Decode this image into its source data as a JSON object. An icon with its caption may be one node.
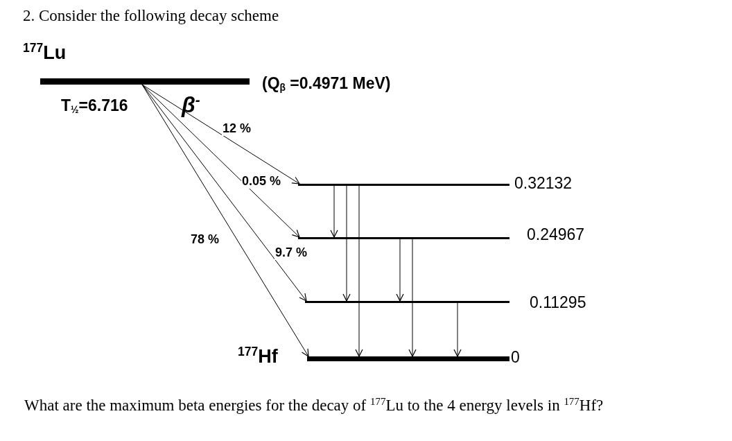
{
  "diagram": {
    "title": "2. Consider the following decay scheme",
    "nodes": [
      {
        "text": [
          "$^{177}$Lu"
        ],
        "beside": [
          "T$_{½}$=6.716",
          "(Q$_{β}$ =0.4971 MeV)"
        ]
      },
      {
        "text": [
          "0.32132"
        ]
      },
      {
        "text": [
          "0.24967"
        ]
      },
      {
        "text": [
          "0.11295"
        ]
      },
      {
        "text": [
          "0"
        ],
        "beside": [
          "$^{177}$Hf"
        ]
      }
    ],
    "edges": [
      {
        "from": 0,
        "to": 1,
        "arrow": "to",
        "label": "12 %"
      },
      {
        "from": 0,
        "to": 2,
        "arrow": "to",
        "label": "0.05 %"
      },
      {
        "from": 0,
        "to": 3,
        "arrow": "to",
        "label": "9.7 %"
      },
      {
        "from": 0,
        "to": 4,
        "arrow": "to",
        "label": "78 %"
      },
      {
        "from": 1,
        "to": 2,
        "arrow": "to"
      },
      {
        "from": 1,
        "to": 3,
        "arrow": "to"
      },
      {
        "from": 1,
        "to": 4,
        "arrow": "to"
      },
      {
        "from": 2,
        "to": 3,
        "arrow": "to"
      },
      {
        "from": 2,
        "to": 4,
        "arrow": "to"
      },
      {
        "from": 3,
        "to": 4,
        "arrow": "to"
      }
    ],
    "labels": [
      "β$^{-}$"
    ],
    "caption": "What are the maximum beta energies for the decay of $^{177}$Lu to the 4 energy levels in $^{177}$Hf?"
  }
}
